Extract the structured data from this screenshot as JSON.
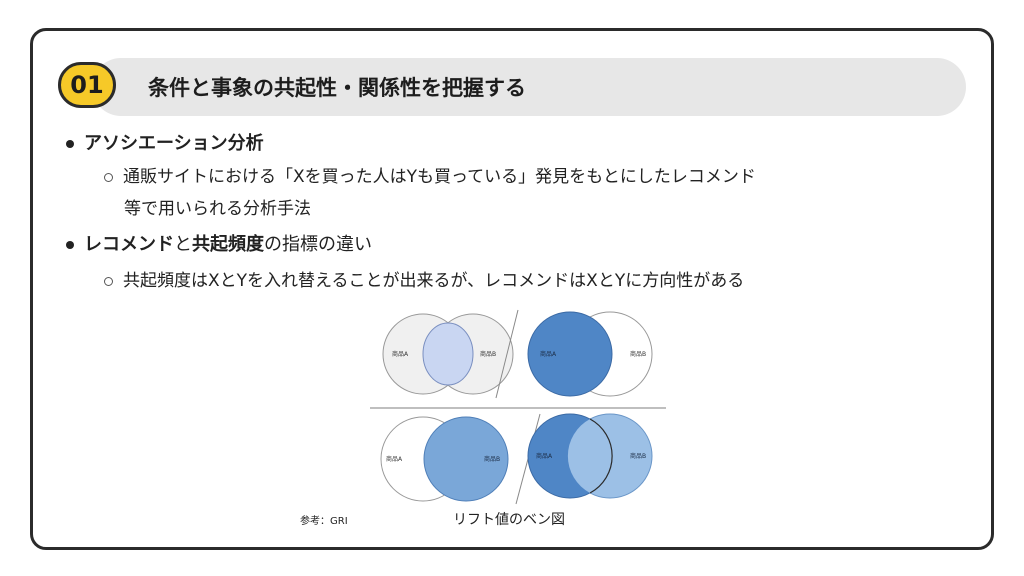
{
  "badge": "01",
  "heading": "条件と事象の共起性・関係性を把握する",
  "bullets": {
    "assoc_title": "アソシエーション分析",
    "assoc_desc_line1": "通販サイトにおける「Xを買った人はYも買っている」発見をもとにしたレコメンド",
    "assoc_desc_line2": "等で用いられる分析手法",
    "diff_part1": "レコメンド",
    "diff_part2": "と",
    "diff_part3": "共起頻度",
    "diff_part4": "の指標の違い",
    "diff_desc": "共起頻度はXとYを入れ替えることが出来るが、レコメンドはXとYに方向性がある"
  },
  "venn": {
    "label_a": "商品A",
    "label_b": "商品B",
    "colors": {
      "light_fill": "#f0f0f0",
      "intersect_light": "#c9d6f2",
      "blue_dark": "#4f86c6",
      "blue_mid": "#7aa7d8",
      "blue_light": "#9cc0e6"
    }
  },
  "captions": {
    "reference": "参考：GRI",
    "title": "リフト値のベン図"
  }
}
